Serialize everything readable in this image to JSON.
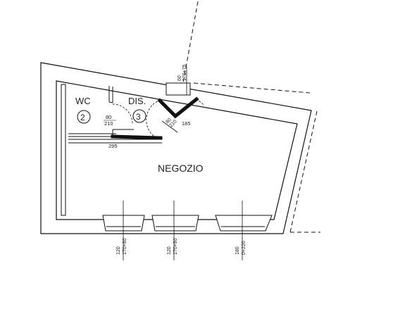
{
  "rooms": {
    "wc": {
      "label": "WC",
      "number": "2"
    },
    "dis": {
      "label": "DIS.",
      "number": "3"
    },
    "negozio": {
      "label": "NEGOZIO"
    }
  },
  "dimensions": {
    "top_opening": {
      "width": "60",
      "height": "170+75"
    },
    "wc_door": {
      "width": "80",
      "height": "210"
    },
    "dis_door": {
      "width": "80",
      "height": "210"
    },
    "wall_185": "185",
    "wall_295": "295",
    "window_1": {
      "width": "120",
      "height": "170+80"
    },
    "window_2": {
      "width": "120",
      "height": "170+80"
    },
    "window_3": {
      "width": "180",
      "height": "0+220"
    }
  },
  "colors": {
    "line": "#111111",
    "wall_fill": "#ffffff",
    "background": "#ffffff"
  }
}
